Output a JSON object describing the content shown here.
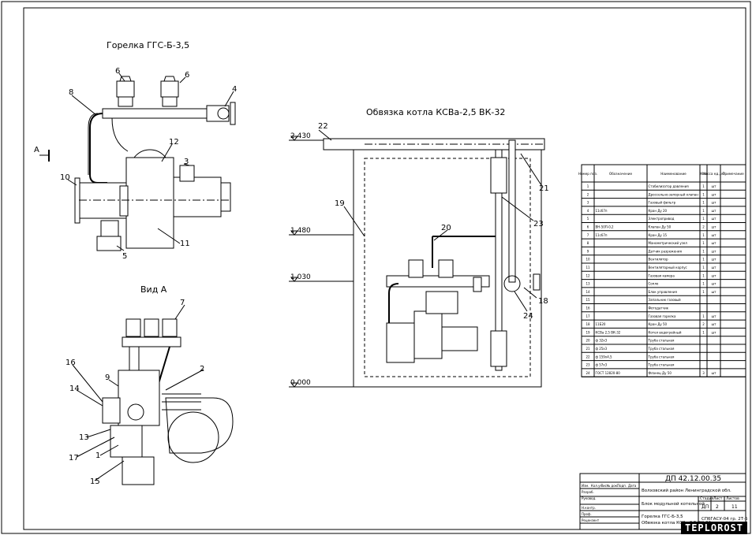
{
  "titles": {
    "burner": "Горелка ГГС-Б-3,5",
    "view_a": "Вид А",
    "piping": "Обвязка котла КСВа-2,5 ВК-32",
    "view_a_marker": "А"
  },
  "elevations": [
    "2.430",
    "1.480",
    "1.030",
    "0.000"
  ],
  "callouts_burner": [
    "8",
    "6",
    "6",
    "4",
    "12",
    "3",
    "10",
    "11",
    "5"
  ],
  "callouts_view_a": [
    "7",
    "2",
    "16",
    "9",
    "14",
    "13",
    "17",
    "1",
    "15"
  ],
  "callouts_piping": [
    "22",
    "21",
    "19",
    "23",
    "20",
    "18",
    "24"
  ],
  "spec_table": {
    "headers": [
      "Номер поз.",
      "Обозначение",
      "Наименование",
      "Кол",
      "Масса ед., кг",
      "Примечание"
    ],
    "rows": [
      [
        "1",
        "",
        "Стабилизатор давления",
        "1",
        "шт",
        ""
      ],
      [
        "2",
        "",
        "Дроссельно-запорный клапан",
        "1",
        "шт",
        ""
      ],
      [
        "3",
        "",
        "Газовый фильтр",
        "1",
        "шт",
        ""
      ],
      [
        "4",
        "11с67п",
        "Кран Ду 20",
        "1",
        "шт",
        ""
      ],
      [
        "5",
        "",
        "Электропривод",
        "1",
        "шт",
        ""
      ],
      [
        "6",
        "ВН-50П-0,2",
        "Клапан Ду 50",
        "2",
        "шт",
        ""
      ],
      [
        "7",
        "11с67п",
        "Кран Ду 15",
        "1",
        "шт",
        ""
      ],
      [
        "8",
        "",
        "Манометрический узел",
        "1",
        "шт",
        ""
      ],
      [
        "9",
        "",
        "Датчик разрежения",
        "1",
        "шт",
        ""
      ],
      [
        "10",
        "",
        "Вентилятор",
        "1",
        "шт",
        ""
      ],
      [
        "11",
        "",
        "Вентиляторный корпус",
        "1",
        "шт",
        ""
      ],
      [
        "12",
        "",
        "Газовая камера",
        "1",
        "шт",
        ""
      ],
      [
        "13",
        "",
        "Сопло",
        "1",
        "шт",
        ""
      ],
      [
        "14",
        "",
        "Блок управления",
        "1",
        "шт",
        ""
      ],
      [
        "15",
        "",
        "Запальник газовый",
        "",
        "",
        " "
      ],
      [
        "16",
        "",
        "Фотодатчик",
        "",
        "",
        " "
      ],
      [
        "17",
        "",
        "Газовая горелка",
        "1",
        "шт",
        ""
      ],
      [
        "18",
        "11Б20",
        "Кран Ду 50",
        "2",
        "шт",
        ""
      ],
      [
        "19",
        "КСВа 2,5 ВК-32",
        "Котел водогрейный",
        "1",
        "шт",
        ""
      ],
      [
        "20",
        "ф 32х3",
        "Труба стальная",
        "",
        "",
        ""
      ],
      [
        "21",
        "ф 25х3",
        "Труба стальная",
        "",
        "",
        ""
      ],
      [
        "22",
        "ф 159х4,5",
        "Труба стальная",
        "",
        "",
        ""
      ],
      [
        "23",
        "ф 57х3",
        "Труба стальная",
        "",
        "",
        ""
      ],
      [
        "24",
        "ГОСТ 12820-80",
        "Фланец Ду 50",
        "3",
        "шт",
        ""
      ]
    ]
  },
  "title_block": {
    "doc_code": "ДП 42.12.00.35",
    "location": "Волховский район Ленинградской обл.",
    "project": "Блок модульной котельной",
    "stage_headers": [
      "Стадия",
      "Лист",
      "Листов"
    ],
    "stage_values": [
      "ДП",
      "2",
      "11"
    ],
    "sheet_title_1": "Горелка ГГС-Б-3,5",
    "sheet_title_2": "Обвязка котла КСВа 2,5 ВК-32",
    "org": "СПбГАСУ-04 гр. 2Т-5",
    "roles": [
      "Изм.",
      "Кол.уч",
      "Лист",
      "№ док.",
      "Подп.",
      "Дата",
      "Разраб.",
      "Руковод.",
      "Н.контр.",
      "Проф.",
      "Рецензент"
    ]
  },
  "watermark": "TEPLOROST"
}
